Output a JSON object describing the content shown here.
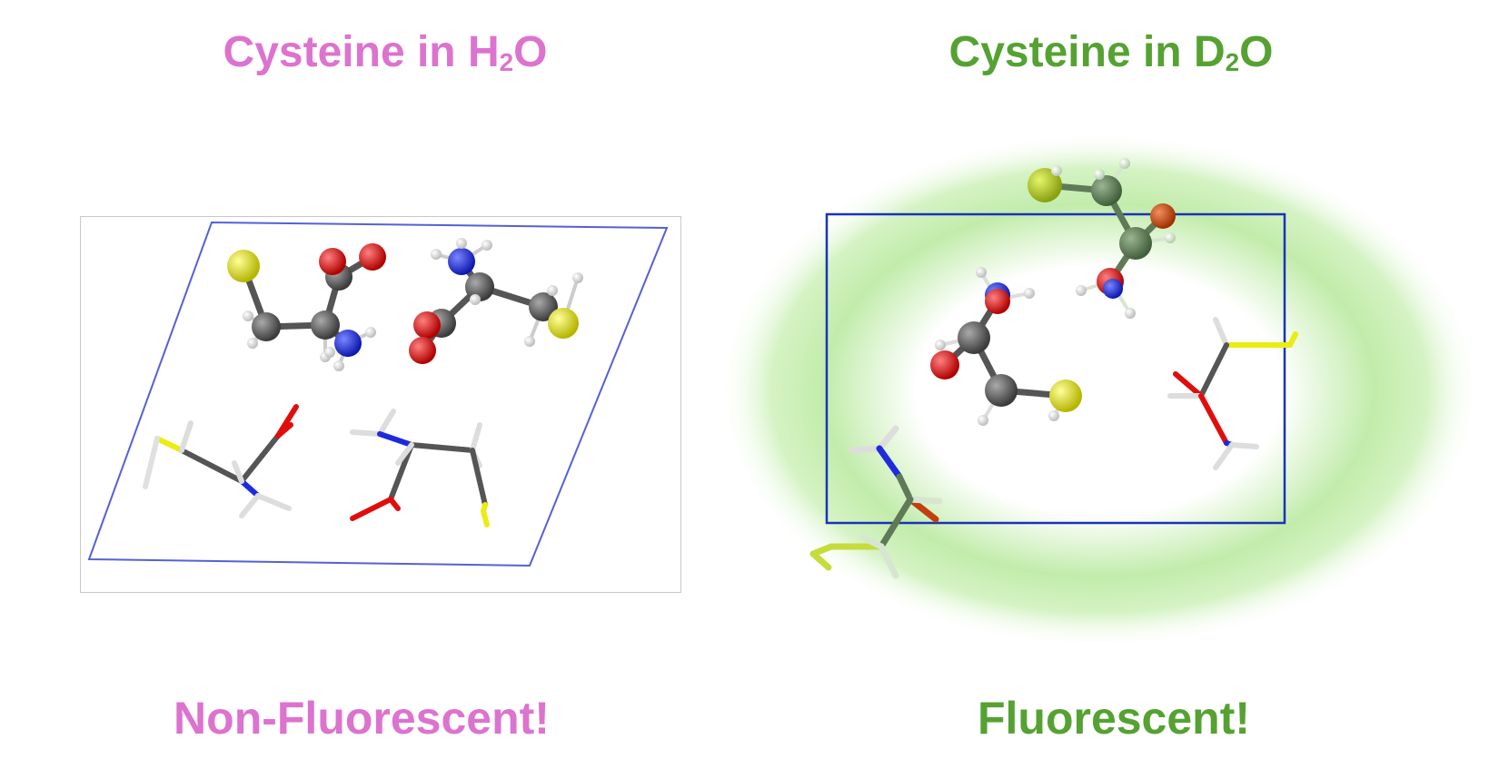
{
  "colors": {
    "pink": "#dc73cf",
    "green": "#55a232",
    "glow": "#b9ea9d",
    "carbon": "#4a4a4a",
    "oxygen": "#e10d0d",
    "nitrogen": "#1d2ae0",
    "sulfur": "#ecec12",
    "hydrogen": "#f1f1f1",
    "cell_left": "#5560d8",
    "cell_right": "#1a33b8"
  },
  "left": {
    "title_main": "Cysteine in H",
    "title_sub": "2",
    "title_end": "O",
    "label": "Non-Fluorescent!"
  },
  "right": {
    "title_main": "Cysteine in D",
    "title_sub": "2",
    "title_end": "O",
    "label": "Fluorescent!"
  }
}
